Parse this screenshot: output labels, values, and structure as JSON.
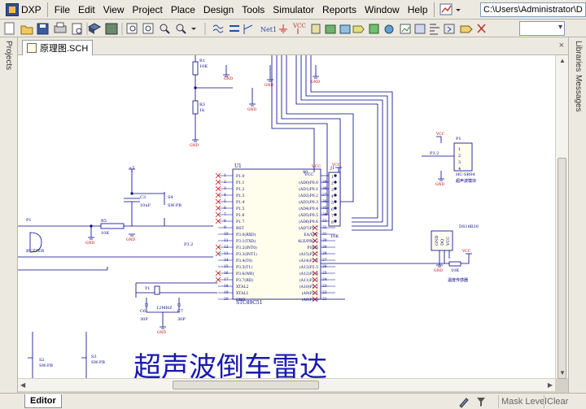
{
  "menubar": {
    "app": "DXP",
    "items": [
      "File",
      "Edit",
      "View",
      "Project",
      "Place",
      "Design",
      "Tools",
      "Simulator",
      "Reports",
      "Window",
      "Help"
    ],
    "path": "C:\\Users\\Administrator\\D"
  },
  "left_panel": {
    "tab": "Projects"
  },
  "right_panel": {
    "tabs": [
      "Libraries",
      "Messages"
    ]
  },
  "document": {
    "tab": "原理图.SCH"
  },
  "schematic": {
    "title": "超声波倒车雷达",
    "mcu_ref": "U1",
    "mcu_name": "STC89C51",
    "mcu_vcc": "VCC",
    "left_pins": [
      "P1.0",
      "P1.1",
      "P1.2",
      "P1.3",
      "P1.4",
      "P1.5",
      "P1.6",
      "P1.7",
      "RST",
      "P3.0(RXD)",
      "P3.1(TXD)",
      "P3.2(INT0)",
      "P3.3(INT1)",
      "P3.4(T0)",
      "P3.5(T1)",
      "P3.6(WR)",
      "P3.7(RD)",
      "XTAL2",
      "XTAL1",
      "GND"
    ],
    "left_nums": [
      "1",
      "2",
      "3",
      "4",
      "5",
      "6",
      "7",
      "8",
      "9",
      "10",
      "11",
      "12",
      "13",
      "14",
      "15",
      "16",
      "17",
      "18",
      "19",
      "20"
    ],
    "right_pins": [
      "(AD0)P0.0",
      "(AD1)P0.1",
      "(AD2)P0.2",
      "(AD3)P0.3",
      "(AD4)P0.4",
      "(AD5)P0.5",
      "(AD6)P0.6",
      "(AD7)P0.7",
      "EA/VPP",
      "ALE/PROG",
      "PSEN",
      "(A15)P2.7",
      "(A14)P2.6",
      "(A13)P2.5",
      "(A12)P2.4",
      "(A11)P2.3",
      "(A10)P2.2",
      "(A9)P2.1",
      "(A8)P2.0"
    ],
    "right_nums": [
      "39",
      "38",
      "37",
      "36",
      "35",
      "34",
      "33",
      "32",
      "31",
      "30",
      "29",
      "28",
      "27",
      "26",
      "25",
      "24",
      "23",
      "22",
      "21"
    ],
    "vcc_pin": "40",
    "parts": {
      "r1": "R1",
      "r1_val": "10K",
      "r3": "R3",
      "r3_val": "1k",
      "c3": "C3",
      "c3_val": "10uF",
      "s4": "S4",
      "s4_val": "SW-PB",
      "r5": "R5",
      "r5_val": "10K",
      "buzzer": "BUZZER",
      "buzzer_ref": "P1",
      "y1": "Y1",
      "y1_val": "12MHZ",
      "c6": "C6",
      "c6_val": "30P",
      "c7": "C7",
      "c7_val": "30P",
      "j1": "J1",
      "j1_val": "10K",
      "p1": "P1",
      "p1_name": "HC-SR04",
      "p1_desc": "超声波模块",
      "ds": "DS18B20",
      "r_ds_val": "10K",
      "temp_label": "温度传感器",
      "s2": "S2",
      "s3": "S3",
      "sw_val": "SW-PB",
      "gnd": "GND",
      "vcc": "VCC",
      "plus5": "+5",
      "net_p32": "P3.2",
      "ds_pins": [
        "GND",
        "DQ",
        "VCC"
      ],
      "hc_pins": [
        "1",
        "2",
        "3",
        "4"
      ]
    }
  },
  "status": {
    "editor_tab": "Editor",
    "mask_level": "Mask Level",
    "clear": "Clear"
  }
}
